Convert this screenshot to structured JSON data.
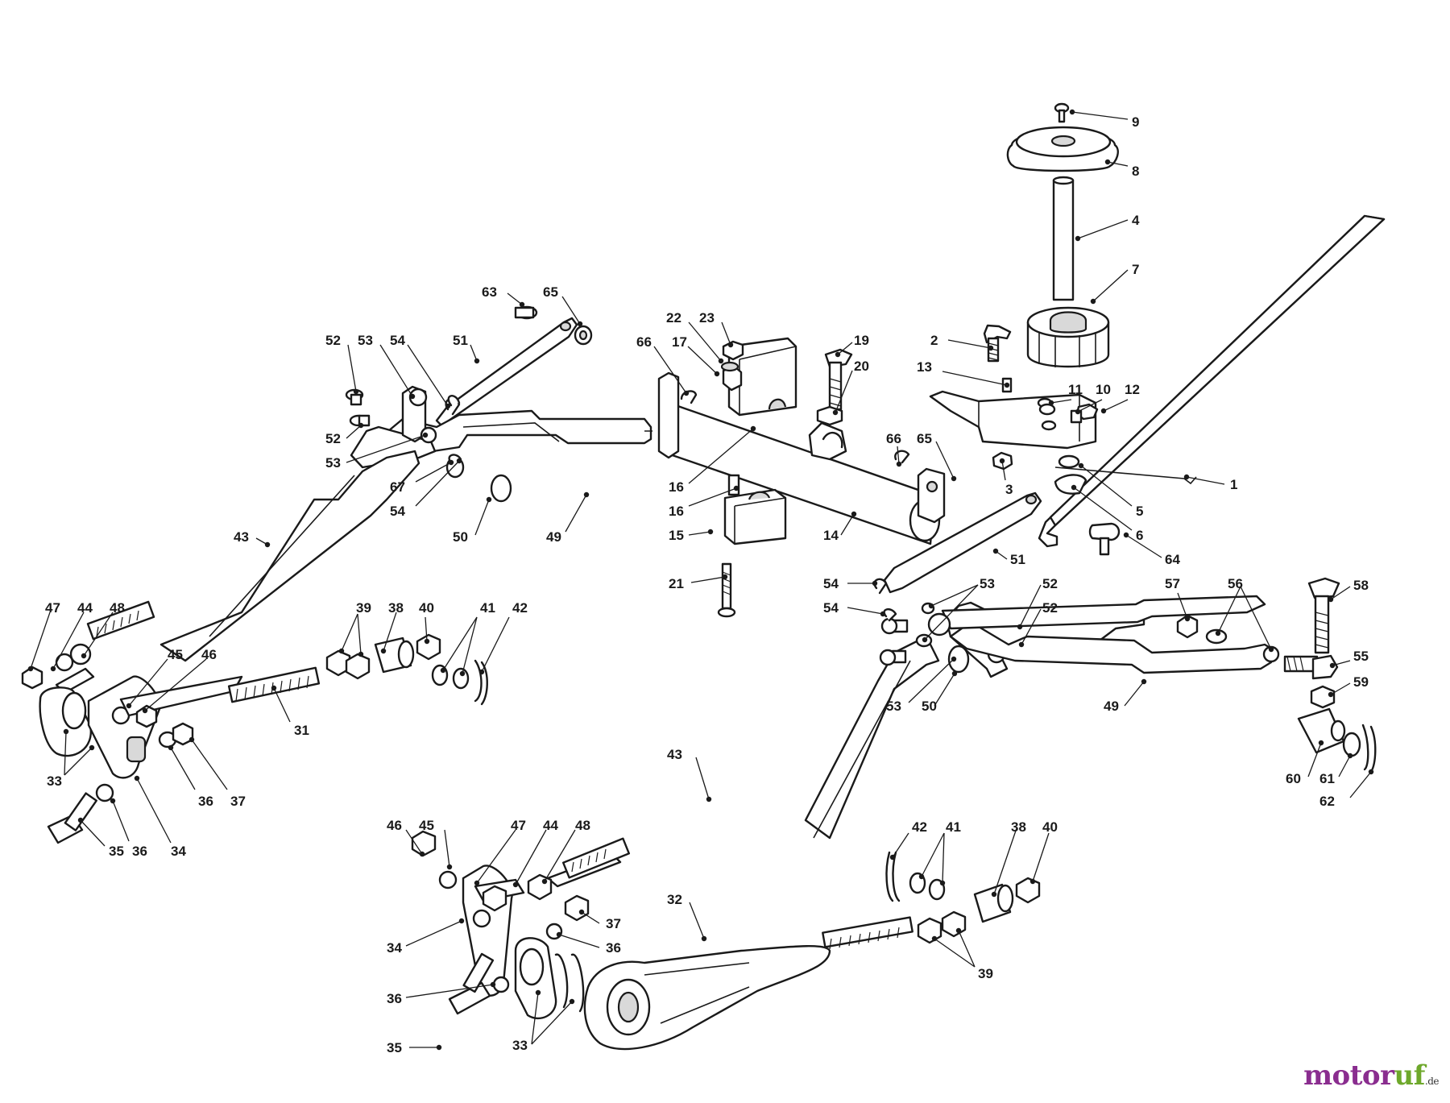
{
  "brand": {
    "primary": "motor",
    "secondary": "uf",
    "suffix": ".de",
    "colors": {
      "primary": "#8a2d8f",
      "secondary": "#6ea82b"
    }
  },
  "callouts": [
    {
      "id": "c1",
      "label": "1"
    },
    {
      "id": "c2",
      "label": "2"
    },
    {
      "id": "c3",
      "label": "3"
    },
    {
      "id": "c4",
      "label": "4"
    },
    {
      "id": "c5",
      "label": "5"
    },
    {
      "id": "c6",
      "label": "6"
    },
    {
      "id": "c7",
      "label": "7"
    },
    {
      "id": "c8",
      "label": "8"
    },
    {
      "id": "c9",
      "label": "9"
    },
    {
      "id": "c10",
      "label": "10"
    },
    {
      "id": "c11",
      "label": "11"
    },
    {
      "id": "c12",
      "label": "12"
    },
    {
      "id": "c13",
      "label": "13"
    },
    {
      "id": "c14",
      "label": "14"
    },
    {
      "id": "c15",
      "label": "15"
    },
    {
      "id": "c16a",
      "label": "16"
    },
    {
      "id": "c16b",
      "label": "16"
    },
    {
      "id": "c17",
      "label": "17"
    },
    {
      "id": "c19",
      "label": "19"
    },
    {
      "id": "c20",
      "label": "20"
    },
    {
      "id": "c21",
      "label": "21"
    },
    {
      "id": "c22",
      "label": "22"
    },
    {
      "id": "c23",
      "label": "23"
    },
    {
      "id": "c31",
      "label": "31"
    },
    {
      "id": "c32",
      "label": "32"
    },
    {
      "id": "c33a",
      "label": "33"
    },
    {
      "id": "c33b",
      "label": "33"
    },
    {
      "id": "c34a",
      "label": "34"
    },
    {
      "id": "c34b",
      "label": "34"
    },
    {
      "id": "c35a",
      "label": "35"
    },
    {
      "id": "c35b",
      "label": "35"
    },
    {
      "id": "c36a",
      "label": "36"
    },
    {
      "id": "c36b",
      "label": "36"
    },
    {
      "id": "c36c",
      "label": "36"
    },
    {
      "id": "c36d",
      "label": "36"
    },
    {
      "id": "c37a",
      "label": "37"
    },
    {
      "id": "c37b",
      "label": "37"
    },
    {
      "id": "c38a",
      "label": "38"
    },
    {
      "id": "c38b",
      "label": "38"
    },
    {
      "id": "c39a",
      "label": "39"
    },
    {
      "id": "c39b",
      "label": "39"
    },
    {
      "id": "c40a",
      "label": "40"
    },
    {
      "id": "c40b",
      "label": "40"
    },
    {
      "id": "c41a",
      "label": "41"
    },
    {
      "id": "c41b",
      "label": "41"
    },
    {
      "id": "c42a",
      "label": "42"
    },
    {
      "id": "c42b",
      "label": "42"
    },
    {
      "id": "c43a",
      "label": "43"
    },
    {
      "id": "c43b",
      "label": "43"
    },
    {
      "id": "c44a",
      "label": "44"
    },
    {
      "id": "c44b",
      "label": "44"
    },
    {
      "id": "c45a",
      "label": "45"
    },
    {
      "id": "c45b",
      "label": "45"
    },
    {
      "id": "c46a",
      "label": "46"
    },
    {
      "id": "c46b",
      "label": "46"
    },
    {
      "id": "c47a",
      "label": "47"
    },
    {
      "id": "c47b",
      "label": "47"
    },
    {
      "id": "c48a",
      "label": "48"
    },
    {
      "id": "c48b",
      "label": "48"
    },
    {
      "id": "c49a",
      "label": "49"
    },
    {
      "id": "c49b",
      "label": "49"
    },
    {
      "id": "c50a",
      "label": "50"
    },
    {
      "id": "c50b",
      "label": "50"
    },
    {
      "id": "c51a",
      "label": "51"
    },
    {
      "id": "c51b",
      "label": "51"
    },
    {
      "id": "c52a",
      "label": "52"
    },
    {
      "id": "c52b",
      "label": "52"
    },
    {
      "id": "c52c",
      "label": "52"
    },
    {
      "id": "c52d",
      "label": "52"
    },
    {
      "id": "c53a",
      "label": "53"
    },
    {
      "id": "c53b",
      "label": "53"
    },
    {
      "id": "c53c",
      "label": "53"
    },
    {
      "id": "c53d",
      "label": "53"
    },
    {
      "id": "c54a",
      "label": "54"
    },
    {
      "id": "c54b",
      "label": "54"
    },
    {
      "id": "c54c",
      "label": "54"
    },
    {
      "id": "c54d",
      "label": "54"
    },
    {
      "id": "c55",
      "label": "55"
    },
    {
      "id": "c56",
      "label": "56"
    },
    {
      "id": "c57",
      "label": "57"
    },
    {
      "id": "c58",
      "label": "58"
    },
    {
      "id": "c59",
      "label": "59"
    },
    {
      "id": "c60",
      "label": "60"
    },
    {
      "id": "c61",
      "label": "61"
    },
    {
      "id": "c62",
      "label": "62"
    },
    {
      "id": "c63",
      "label": "63"
    },
    {
      "id": "c64",
      "label": "64"
    },
    {
      "id": "c65a",
      "label": "65"
    },
    {
      "id": "c65b",
      "label": "65"
    },
    {
      "id": "c66a",
      "label": "66"
    },
    {
      "id": "c66b",
      "label": "66"
    },
    {
      "id": "c67",
      "label": "67"
    }
  ]
}
